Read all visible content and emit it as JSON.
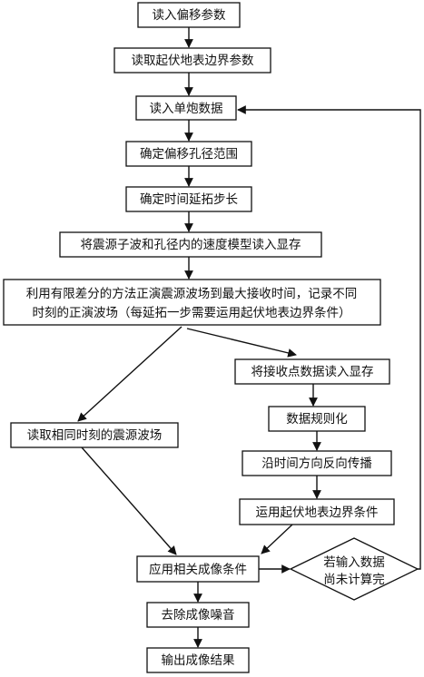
{
  "flowchart": {
    "steps": {
      "read_offset_params": "读入偏移参数",
      "read_topo_params": "读取起伏地表边界参数",
      "read_single_shot": "读入单炮数据",
      "determine_aperture": "确定偏移孔径范围",
      "determine_time_step": "确定时间延拓步长",
      "load_model": "将震源子波和孔径内的速度模型读入显存",
      "forward_model_line1": "利用有限差分的方法正演震源波场到最大接收时间，记录不同",
      "forward_model_line2": "时刻的正演波场（每延拓一步需要运用起伏地表边界条件）",
      "read_receiver_data": "将接收点数据读入显存",
      "regularize_data": "数据规则化",
      "back_propagate": "沿时间方向反向传播",
      "apply_topo_bc": "运用起伏地表边界条件",
      "read_source_field": "读取相同时刻的震源波场",
      "apply_imaging": "应用相关成像条件",
      "remove_noise": "去除成像噪音",
      "output_result": "输出成像结果"
    },
    "decision": {
      "line1": "若输入数据",
      "line2": "尚未计算完"
    },
    "colors": {
      "stroke": "#111111",
      "background": "#ffffff"
    }
  }
}
